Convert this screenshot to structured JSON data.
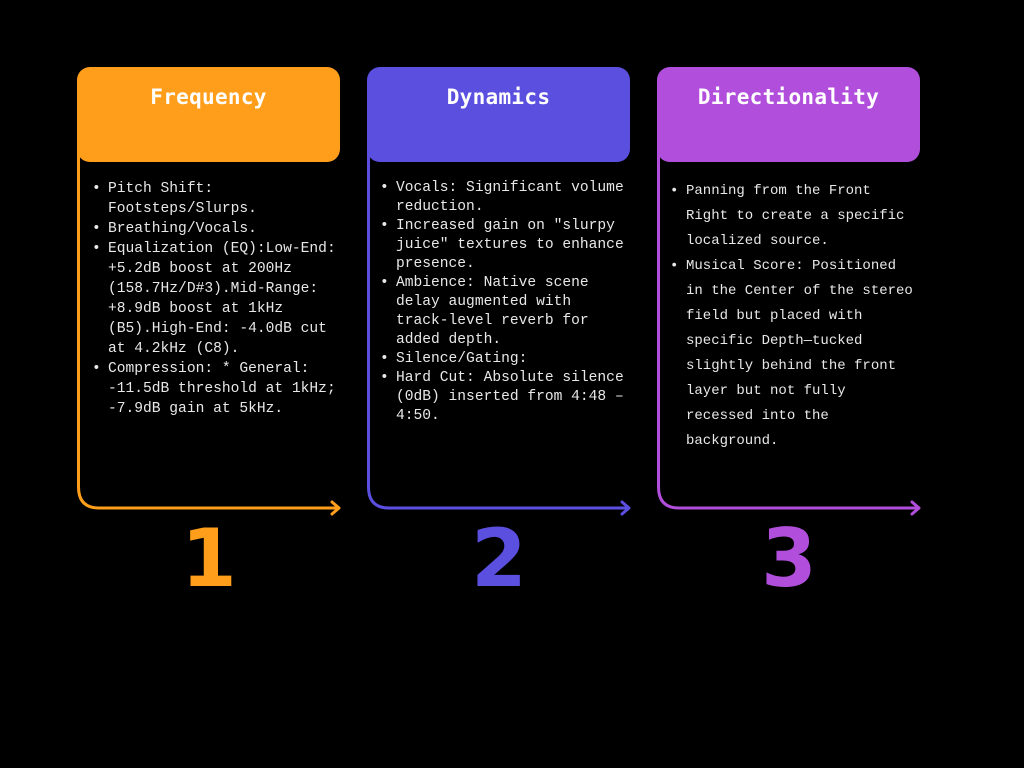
{
  "columns": [
    {
      "title": "Frequency",
      "number": "1",
      "color": "#ff9e1b",
      "bullets": [
        "Pitch Shift: Footsteps/Slurps.",
        "Breathing/Vocals.",
        "Equalization (EQ):Low-End: +5.2dB boost at 200Hz (158.7Hz/D#3).Mid-Range: +8.9dB boost at 1kHz (B5).High-End: -4.0dB cut at 4.2kHz (C8).",
        "Compression: * General: -11.5dB threshold at 1kHz; -7.9dB gain at 5kHz."
      ]
    },
    {
      "title": "Dynamics",
      "number": "2",
      "color": "#5b4fe0",
      "bullets": [
        "Vocals: Significant volume reduction.",
        "Increased gain on \"slurpy juice\" textures to enhance presence.",
        "Ambience: Native scene delay augmented with track-level reverb for added depth.",
        "Silence/Gating:",
        "Hard Cut: Absolute silence (0dB) inserted from 4:48 – 4:50."
      ]
    },
    {
      "title": "Directionality",
      "number": "3",
      "color": "#b14fdc",
      "bullets": [
        " Panning from the Front Right to create a specific localized source.",
        "Musical Score: Positioned in the Center of the stereo field but placed with specific Depth—tucked slightly behind the front layer but not fully recessed into the background."
      ]
    }
  ]
}
